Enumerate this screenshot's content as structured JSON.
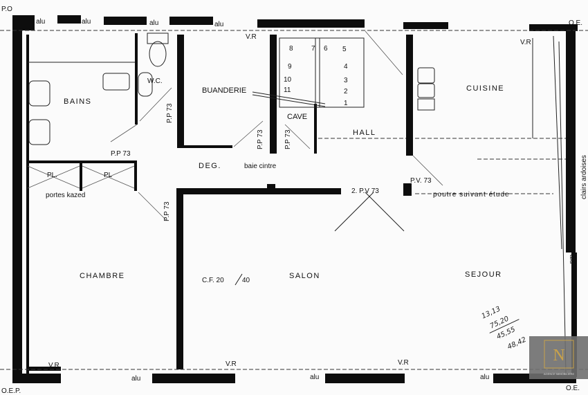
{
  "plan": {
    "corner_labels": {
      "top_left": "P.O",
      "bottom_left": "O.E.P.",
      "top_right": "O.E.",
      "bottom_right": "O.E."
    },
    "rooms": {
      "bains": "BAINS",
      "wc": "W.C.",
      "buanderie": "BUANDERIE",
      "cave": "CAVE",
      "hall": "HALL",
      "cuisine": "CUISINE",
      "deg": "DEG.",
      "chambre": "CHAMBRE",
      "salon": "SALON",
      "sejour": "SEJOUR"
    },
    "notes": {
      "baie": "baie cintre",
      "pl1": "PL.",
      "pl2": "PL",
      "portes": "portes kazed",
      "pp73": "P.P 73",
      "pv73_2": "2. P.V 73",
      "pv73": "P.V. 73",
      "poutre": "poutre suivant étude",
      "cf": "C.F. 20",
      "cf_val": "40",
      "clairs": "clairs ardoises",
      "alu": "alu",
      "vr": "V.R"
    },
    "stairs": [
      "1",
      "2",
      "3",
      "4",
      "5",
      "6",
      "7",
      "8",
      "9",
      "10",
      "11"
    ],
    "handwritten": [
      "13,13",
      "75,20",
      "45,55",
      "48,42"
    ],
    "logo": {
      "letter": "N",
      "caption": "AGENCE IMMOBILIERE",
      "color": "#c9a24a"
    }
  }
}
